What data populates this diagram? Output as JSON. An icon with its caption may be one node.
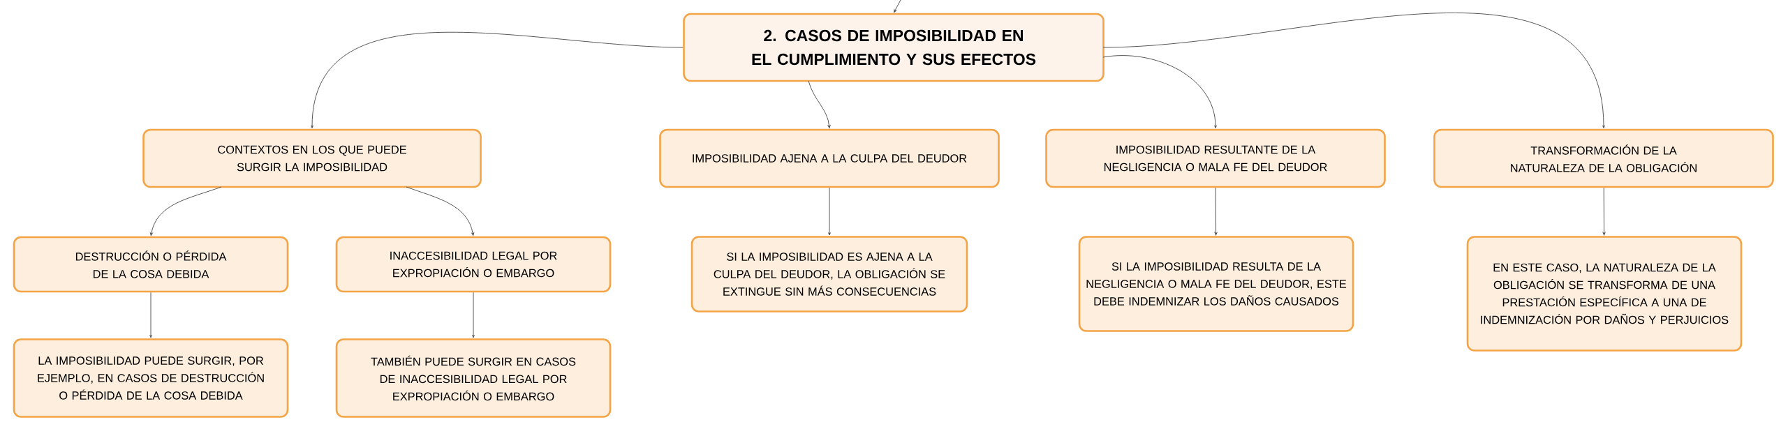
{
  "diagram": {
    "nodes": [
      {
        "text": [
          "2. CASOS DE IMPOSIBILIDAD EN EL CUMPLIMIENTO Y SUS EFECTOS"
        ]
      },
      {
        "text": [
          "CONTEXTOS EN LOS QUE PUEDE SURGIR LA IMPOSIBILIDAD"
        ]
      },
      {
        "text": [
          "DESTRUCCIÓN O PÉRDIDA DE LA COSA DEBIDA"
        ]
      },
      {
        "text": [
          "LA IMPOSIBILIDAD PUEDE SURGIR, POR EJEMPLO, EN CASOS DE DESTRUCCIÓN O PÉRDIDA DE LA COSA DEBIDA"
        ]
      },
      {
        "text": [
          "INACCESIBILIDAD LEGAL POR EXPROPIACIÓN O EMBARGO"
        ]
      },
      {
        "text": [
          "TAMBIÉN PUEDE SURGIR EN CASOS DE INACCESIBILIDAD LEGAL POR EXPROPIACIÓN O EMBARGO"
        ]
      },
      {
        "text": [
          "IMPOSIBILIDAD AJENA A LA CULPA DEL DEUDOR"
        ]
      },
      {
        "text": [
          "SI LA IMPOSIBILIDAD ES AJENA A LA CULPA DEL DEUDOR, LA OBLIGACIÓN SE EXTINGUE SIN MÁS CONSECUENCIAS"
        ]
      },
      {
        "text": [
          "IMPOSIBILIDAD RESULTANTE DE LA NEGLIGENCIA O MALA FE DEL DEUDOR"
        ]
      },
      {
        "text": [
          "SI LA IMPOSIBILIDAD RESULTA DE LA NEGLIGENCIA O MALA FE DEL DEUDOR, ESTE DEBE INDEMNIZAR LOS DAÑOS CAUSADOS"
        ]
      },
      {
        "text": [
          "TRANSFORMACIÓN DE LA NATURALEZA DE LA OBLIGACIÓN"
        ]
      },
      {
        "text": [
          "EN ESTE CASO, LA NATURALEZA DE LA OBLIGACIÓN SE TRANSFORMA DE UNA PRESTACIÓN ESPECÍFICA A UNA DE INDEMNIZACIÓN POR DAÑOS Y PERJUICIOS"
        ]
      }
    ],
    "edges": [
      {
        "from": null,
        "to": 0,
        "arrow": "to"
      },
      {
        "from": 0,
        "to": 1,
        "arrow": "to"
      },
      {
        "from": 0,
        "to": 6,
        "arrow": "to"
      },
      {
        "from": 0,
        "to": 8,
        "arrow": "to"
      },
      {
        "from": 0,
        "to": 10,
        "arrow": "to"
      },
      {
        "from": 1,
        "to": 2,
        "arrow": "to"
      },
      {
        "from": 1,
        "to": 4,
        "arrow": "to"
      },
      {
        "from": 2,
        "to": 3,
        "arrow": "to"
      },
      {
        "from": 4,
        "to": 5,
        "arrow": "to"
      },
      {
        "from": 6,
        "to": 7,
        "arrow": "to"
      },
      {
        "from": 8,
        "to": 9,
        "arrow": "to"
      },
      {
        "from": 10,
        "to": 11,
        "arrow": "to"
      }
    ]
  }
}
